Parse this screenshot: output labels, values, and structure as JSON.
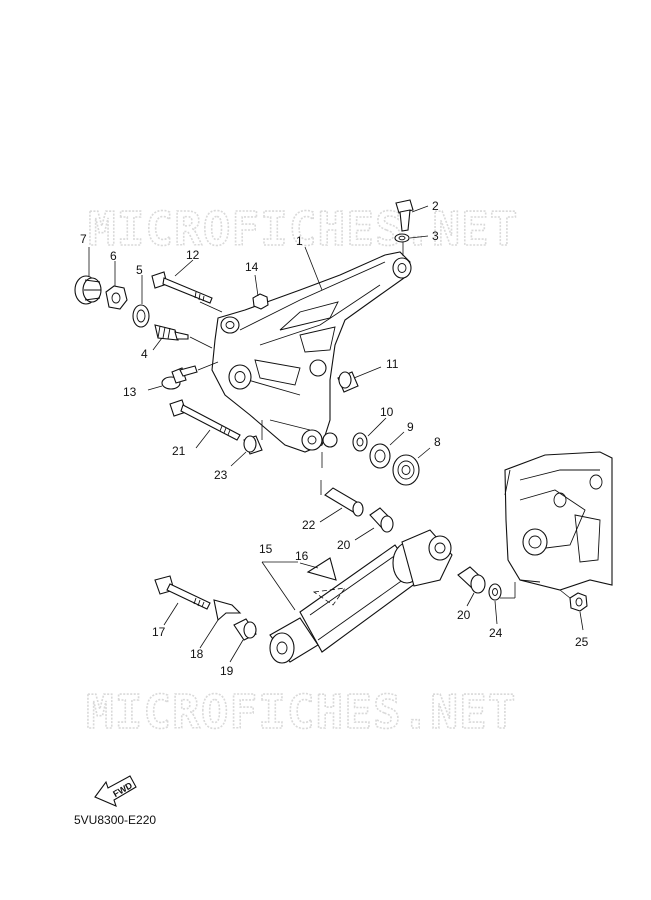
{
  "watermark": {
    "top": "MICROFICHES.NET",
    "bottom": "MICROFICHES.NET"
  },
  "diagram_code": "5VU8300-E220",
  "fwd_label": "FWD",
  "callouts": {
    "c1": "1",
    "c2": "2",
    "c3": "3",
    "c4": "4",
    "c5": "5",
    "c6": "6",
    "c7": "7",
    "c8": "8",
    "c9": "9",
    "c10": "10",
    "c11": "11",
    "c12": "12",
    "c13": "13",
    "c14": "14",
    "c15": "15",
    "c16": "16",
    "c17": "17",
    "c18": "18",
    "c19": "19",
    "c20a": "20",
    "c20b": "20",
    "c21": "21",
    "c22": "22",
    "c23": "23",
    "c24": "24",
    "c25": "25"
  }
}
